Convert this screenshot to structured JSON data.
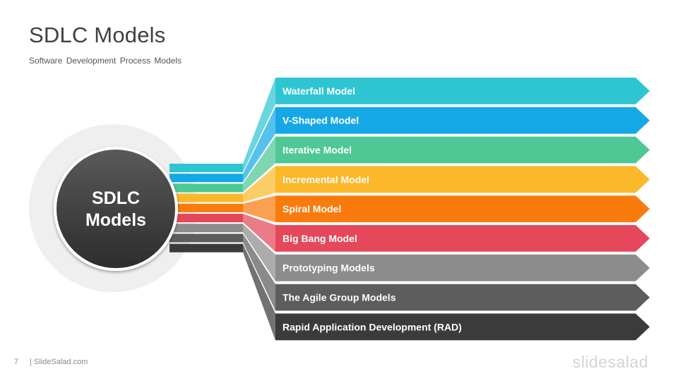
{
  "title": "SDLC Models",
  "subtitle": "Software Development Process Models",
  "center": {
    "line1": "SDLC",
    "line2": "Models"
  },
  "colors": {
    "ring": "#efefef",
    "center_top": "#5a5a5a",
    "center_bottom": "#2c2c2c"
  },
  "items": [
    {
      "label": "Waterfall Model",
      "color": "#2ec5d3"
    },
    {
      "label": "V-Shaped Model",
      "color": "#16a8e6"
    },
    {
      "label": "Iterative Model",
      "color": "#4ec894"
    },
    {
      "label": "Incremental Model",
      "color": "#fbb82b"
    },
    {
      "label": "Spiral Model",
      "color": "#f97b0d"
    },
    {
      "label": "Big Bang Model",
      "color": "#e5485a"
    },
    {
      "label": "Prototyping Models",
      "color": "#8c8c8c"
    },
    {
      "label": "The Agile Group Models",
      "color": "#5d5d5d"
    },
    {
      "label": "Rapid Application Development (RAD)",
      "color": "#3b3b3b"
    }
  ],
  "footer": {
    "page": "7",
    "site": "| SlideSalad.com"
  },
  "brand": "slidesalad"
}
